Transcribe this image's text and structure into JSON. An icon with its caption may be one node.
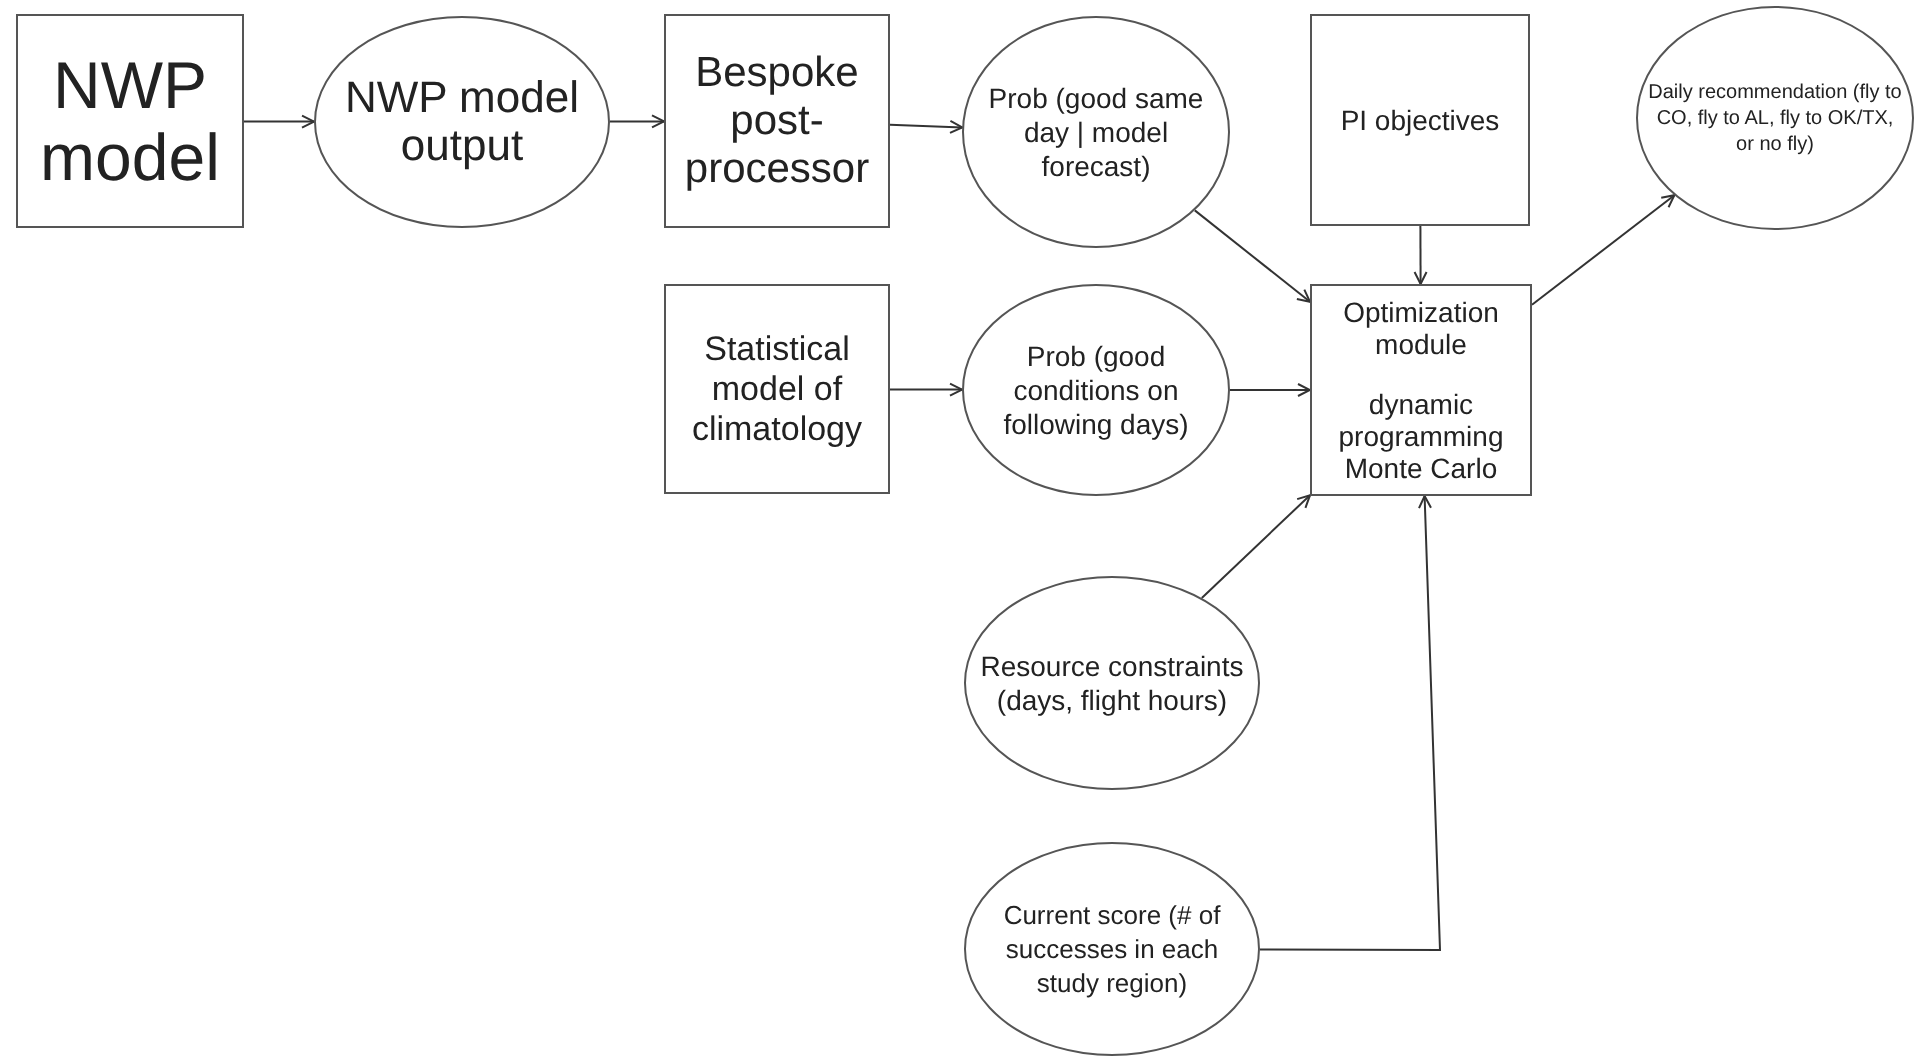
{
  "diagram": {
    "nodes": [
      {
        "text": [
          "NWP model"
        ]
      },
      {
        "text": [
          "NWP model output"
        ]
      },
      {
        "text": [
          "Bespoke post-processor"
        ]
      },
      {
        "text": [
          "Prob (good same day | model forecast)"
        ]
      },
      {
        "text": [
          "PI objectives"
        ]
      },
      {
        "text": [
          "Daily recommendation (fly to CO, fly to AL, fly to OK/TX, or no fly)"
        ]
      },
      {
        "text": [
          "Statistical model of climatology"
        ]
      },
      {
        "text": [
          "Prob (good conditions on following days)"
        ]
      },
      {
        "text": [
          "Optimization module",
          "dynamic programming Monte Carlo"
        ]
      },
      {
        "text": [
          "Resource constraints (days, flight hours)"
        ]
      },
      {
        "text": [
          "Current score (# of successes in each study region)"
        ]
      }
    ],
    "edges": [
      {
        "from": 0,
        "to": 1,
        "arrow": "to"
      },
      {
        "from": 1,
        "to": 2,
        "arrow": "to"
      },
      {
        "from": 2,
        "to": 3,
        "arrow": "to"
      },
      {
        "from": 3,
        "to": 8,
        "arrow": "to"
      },
      {
        "from": 4,
        "to": 8,
        "arrow": "to"
      },
      {
        "from": 6,
        "to": 7,
        "arrow": "to"
      },
      {
        "from": 7,
        "to": 8,
        "arrow": "to"
      },
      {
        "from": 9,
        "to": 8,
        "arrow": "to"
      },
      {
        "from": 10,
        "to": 8,
        "arrow": "to"
      },
      {
        "from": 8,
        "to": 5,
        "arrow": "to"
      }
    ]
  }
}
